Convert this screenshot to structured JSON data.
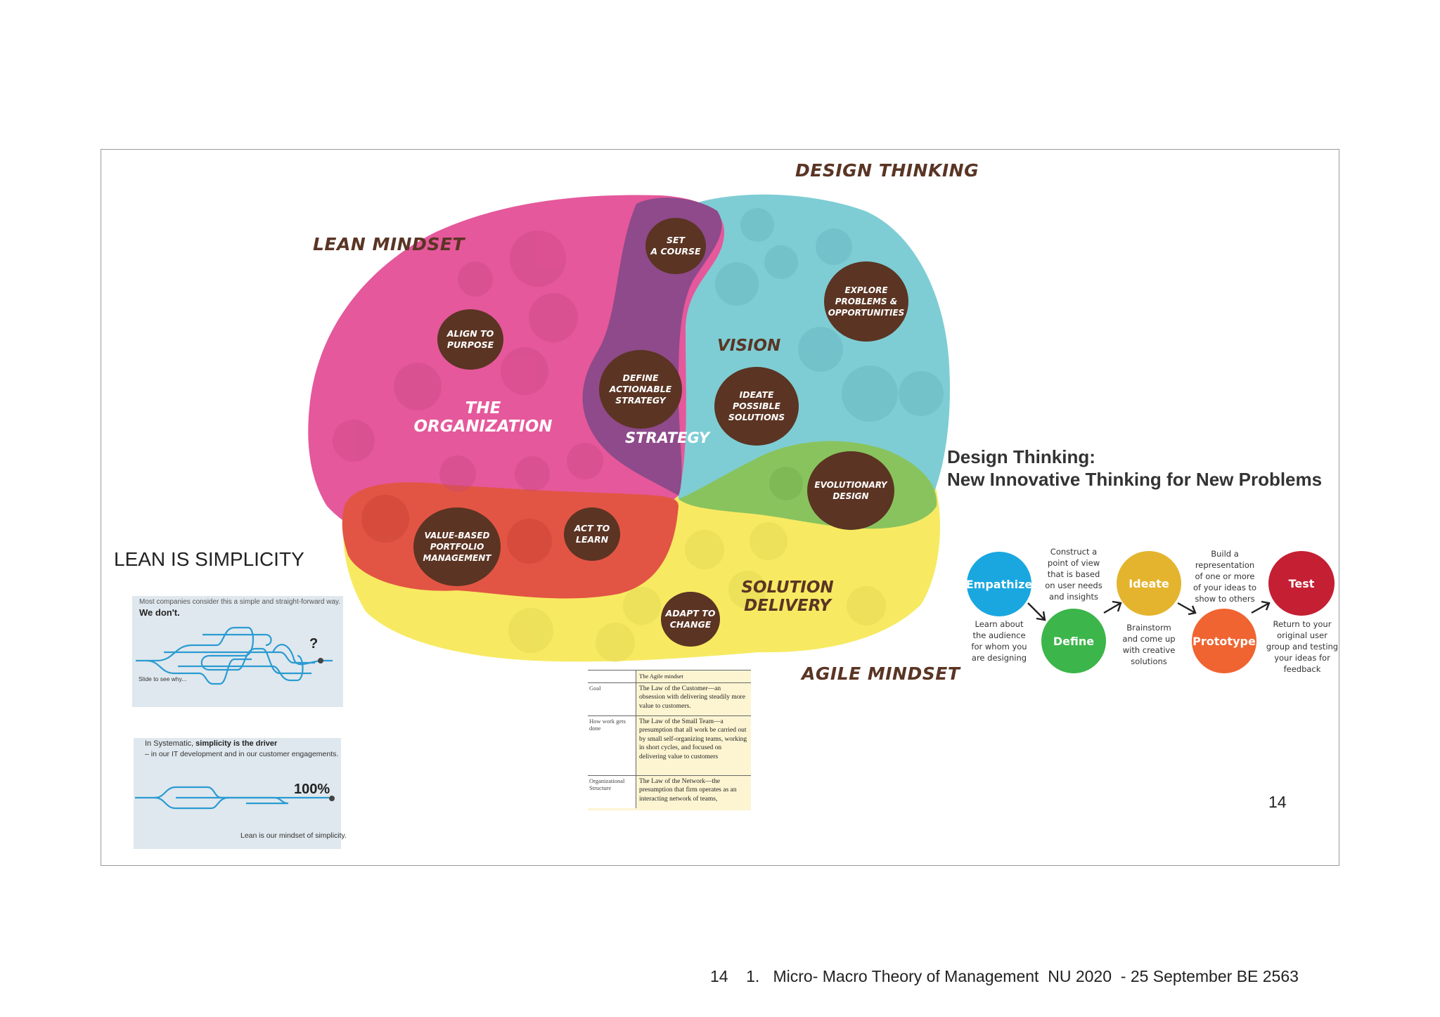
{
  "venn": {
    "labels": {
      "lean_mindset": "LEAN MINDSET",
      "design_thinking": "DESIGN THINKING",
      "agile_mindset": "AGILE MINDSET"
    },
    "regions": {
      "organization": "THE\nORGANIZATION",
      "vision": "VISION",
      "strategy": "STRATEGY",
      "solution_delivery": "SOLUTION\nDELIVERY"
    },
    "nodes": [
      {
        "key": "set-a-course",
        "label": "SET\nA COURSE"
      },
      {
        "key": "explore-problems",
        "label": "EXPLORE\nPROBLEMS &\nOPPORTUNITIES"
      },
      {
        "key": "align-to-purpose",
        "label": "ALIGN TO\nPURPOSE"
      },
      {
        "key": "define-actionable-strategy",
        "label": "DEFINE\nACTIONABLE\nSTRATEGY"
      },
      {
        "key": "ideate-possible-solutions",
        "label": "IDEATE\nPOSSIBLE\nSOLUTIONS"
      },
      {
        "key": "evolutionary-design",
        "label": "EVOLUTIONARY\nDESIGN"
      },
      {
        "key": "value-based-portfolio",
        "label": "VALUE-BASED\nPORTFOLIO\nMANAGEMENT"
      },
      {
        "key": "act-to-learn",
        "label": "ACT TO\nLEARN"
      },
      {
        "key": "adapt-to-change",
        "label": "ADAPT TO\nCHANGE"
      }
    ],
    "colors": {
      "lean": "#e5589b",
      "design": "#7ecdd4",
      "agile": "#f7ea62",
      "strategy": "#8e4a8a",
      "organization_delivery": "#e25544",
      "design_delivery": "#89c35e",
      "node": "#5b3423"
    }
  },
  "lean": {
    "title": "LEAN IS SIMPLICITY",
    "card1": {
      "caption": "Most companies consider this a simple and straight-forward way.",
      "headline": "We don't.",
      "marker": "?",
      "hint": "Slide to see why..."
    },
    "card2": {
      "caption_pre": "In Systematic,",
      "caption_bold": "simplicity is the driver",
      "caption_line2": "– in our IT development and in our customer engagements.",
      "percent": "100%",
      "footer": "Lean is our mindset of simplicity."
    }
  },
  "agile_table": {
    "header": "The Agile mindset",
    "rows": [
      {
        "label": "Goal",
        "text": "The Law of the Customer—an obsession with delivering steadily more value to customers."
      },
      {
        "label": "How work gets done",
        "text": "The Law of the Small Team—a presumption that all work be carried out by small self-organizing teams, working in short cycles, and focused on delivering value to customers"
      },
      {
        "label": "Organizational Structure",
        "text": "The Law of the Network—the presumption that firm operates as an interacting network of teams,"
      }
    ]
  },
  "design_thinking": {
    "title_line1": "Design Thinking:",
    "title_line2": "New Innovative Thinking for New Problems",
    "steps": [
      {
        "label": "Empathize",
        "color": "#1aa7e0",
        "desc": "Learn about\nthe audience\nfor whom you\nare designing"
      },
      {
        "label": "Define",
        "color": "#3cb54a",
        "desc": "Construct a\npoint of view\nthat is based\non user needs\nand insights"
      },
      {
        "label": "Ideate",
        "color": "#e5b42e",
        "desc": "Brainstorm\nand come up\nwith creative\nsolutions"
      },
      {
        "label": "Prototype",
        "color": "#f06431",
        "desc": "Build a\nrepresentation\nof one or more\nof your ideas to\nshow to others"
      },
      {
        "label": "Test",
        "color": "#c51f33",
        "desc": "Return to your\noriginal user\ngroup and testing\nyour ideas for\nfeedback"
      }
    ]
  },
  "slide_number": "14",
  "footer": "14    1.   Micro- Macro Theory of Management  NU 2020  - 25 September BE 2563"
}
